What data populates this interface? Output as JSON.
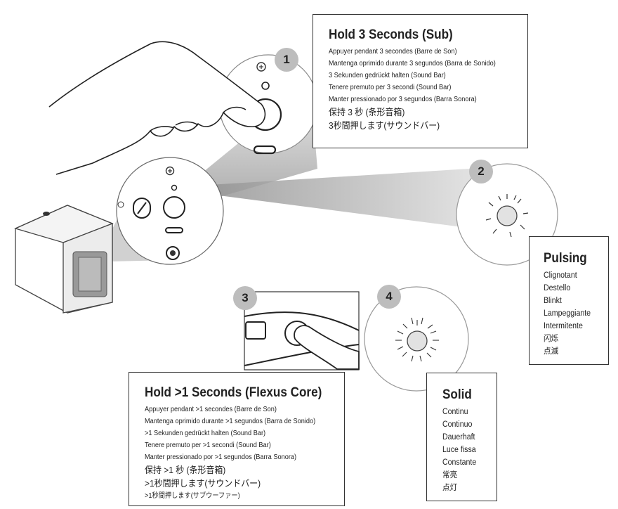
{
  "steps": [
    {
      "number": "1"
    },
    {
      "number": "2"
    },
    {
      "number": "3"
    },
    {
      "number": "4"
    }
  ],
  "hold_sub": {
    "title": "Hold 3 Seconds (Sub)",
    "lines": [
      "Appuyer pendant 3 secondes (Barre de Son)",
      "Mantenga oprimido durante 3 segundos (Barra de Sonido)",
      "3 Sekunden gedrückt halten (Sound Bar)",
      "Tenere premuto per 3 secondi (Sound Bar)",
      "Manter pressionado por 3 segundos (Barra Sonora)",
      "保持 3 秒 (条形音箱)",
      "3秒間押します(サウンドバー)"
    ]
  },
  "pulsing": {
    "title": "Pulsing",
    "lines": [
      "Clignotant",
      "Destello",
      "Blinkt",
      "Lampeggiante",
      "Intermitente",
      "闪烁",
      "点滅"
    ]
  },
  "hold_core": {
    "title": "Hold >1 Seconds (Flexus Core)",
    "lines": [
      "Appuyer pendant >1 secondes (Barre de Son)",
      "Mantenga oprimido durante >1 segundos (Barra de Sonido)",
      ">1 Sekunden gedrückt halten (Sound Bar)",
      "Tenere premuto per >1 secondi (Sound Bar)",
      "Manter pressionado por >1 segundos (Barra Sonora)",
      "保持 >1 秒 (条形音箱)",
      ">1秒間押します(サウンドバー)",
      ">1秒間押します(サブウーファー)"
    ]
  },
  "solid": {
    "title": "Solid",
    "lines": [
      "Continu",
      "Continuo",
      "Dauerhaft",
      "Luce fissa",
      "Constante",
      "常亮",
      "点灯"
    ]
  }
}
